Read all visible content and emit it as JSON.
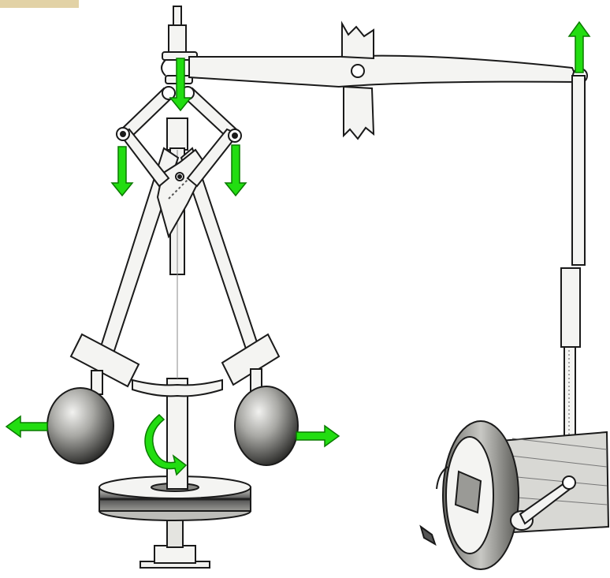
{
  "diagram": {
    "kind": "centrifugal flyball governor",
    "colors": {
      "background": "#ffffff",
      "ink": "#1a1a1a",
      "metal": "#f4f4f2",
      "shade": "#9a9a96",
      "ball_dark": "#3a3a38",
      "ball_light": "#e8e8e6",
      "arrow": "#22dd11",
      "arrow_edge": "#0a7a00",
      "corner_tab": "#e2d2a6"
    },
    "arrows": [
      {
        "id": "sleeve-down",
        "icon": "arrow-down-icon"
      },
      {
        "id": "left-link-down",
        "icon": "arrow-down-icon"
      },
      {
        "id": "right-link-down",
        "icon": "arrow-down-icon"
      },
      {
        "id": "lever-end-up",
        "icon": "arrow-up-icon"
      },
      {
        "id": "left-ball-out",
        "icon": "arrow-left-icon"
      },
      {
        "id": "right-ball-out",
        "icon": "arrow-right-icon"
      },
      {
        "id": "spindle-rotation",
        "icon": "rotate-arrow-icon"
      }
    ]
  }
}
